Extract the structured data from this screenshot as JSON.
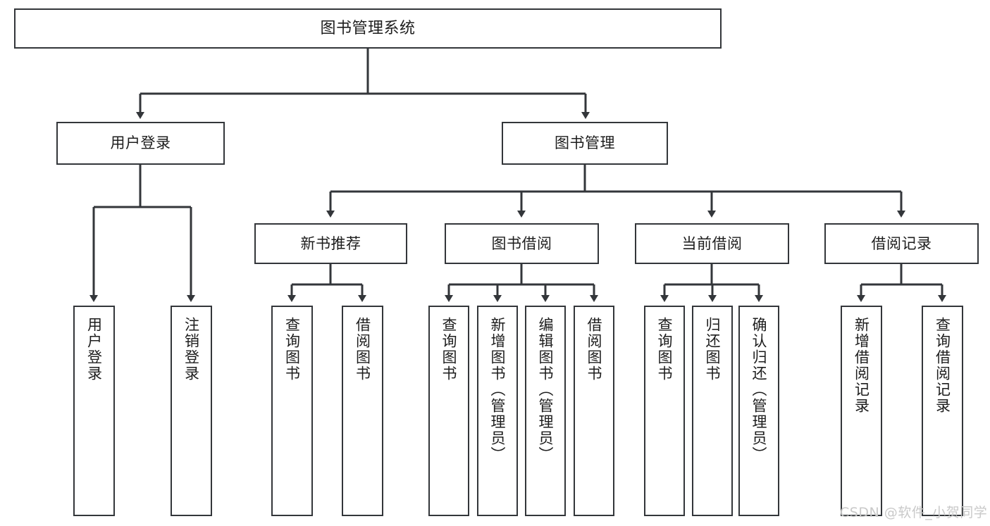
{
  "diagram": {
    "title": "图书管理系统",
    "type": "hierarchy-tree",
    "watermark": "CSDN @软件_小贺同学",
    "colors": {
      "border": "#33363a",
      "background": "#ffffff",
      "text": "#1d1d1d",
      "watermark": "#c9c9c9"
    },
    "root": {
      "label": "图书管理系统"
    },
    "level2": [
      {
        "label": "用户登录"
      },
      {
        "label": "图书管理"
      }
    ],
    "level3": [
      {
        "label": "新书推荐"
      },
      {
        "label": "图书借阅"
      },
      {
        "label": "当前借阅"
      },
      {
        "label": "借阅记录"
      }
    ],
    "leaves": {
      "user_login": [
        {
          "label": "用户登录"
        },
        {
          "label": "注销登录"
        }
      ],
      "new_book_recommend": [
        {
          "label": "查询图书"
        },
        {
          "label": "借阅图书"
        }
      ],
      "book_borrow": [
        {
          "label": "查询图书"
        },
        {
          "label": "新增图书（管理员）"
        },
        {
          "label": "编辑图书（管理员）"
        },
        {
          "label": "借阅图书"
        }
      ],
      "current_borrow": [
        {
          "label": "查询图书"
        },
        {
          "label": "归还图书"
        },
        {
          "label": "确认归还（管理员）"
        }
      ],
      "borrow_record": [
        {
          "label": "新增借阅记录"
        },
        {
          "label": "查询借阅记录"
        }
      ]
    }
  }
}
